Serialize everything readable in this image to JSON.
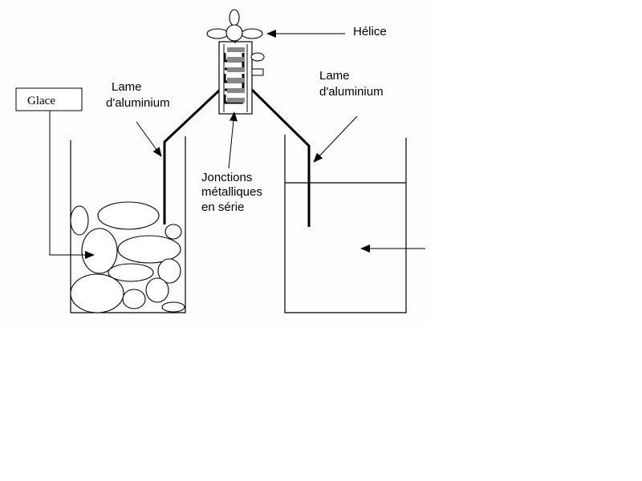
{
  "labels": {
    "glace": "Glace",
    "lame_left_1": "Lame",
    "lame_left_2": "d'aluminium",
    "lame_right_1": "Lame",
    "lame_right_2": "d'aluminium",
    "helice": "Hélice",
    "jonctions_1": "Jonctions",
    "jonctions_2": "métalliques",
    "jonctions_3": "en série"
  }
}
